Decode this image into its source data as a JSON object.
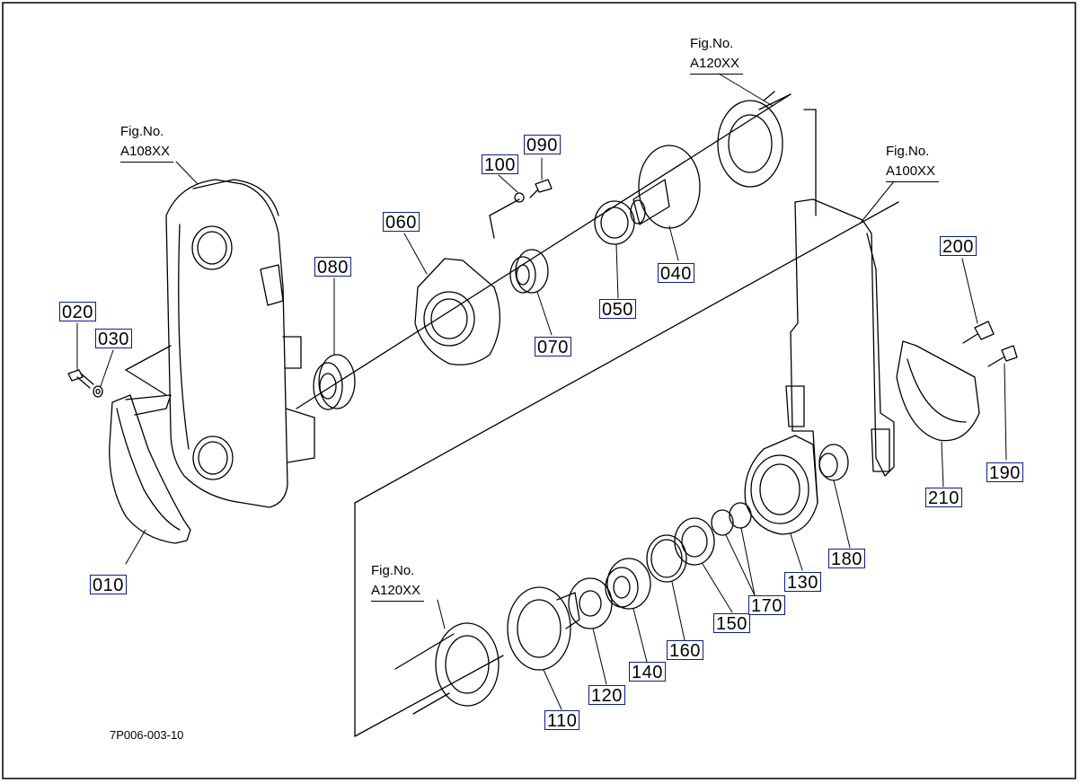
{
  "fig_refs": {
    "top": {
      "line1": "Fig.No.",
      "line2": "A120XX"
    },
    "left": {
      "line1": "Fig.No.",
      "line2": "A108XX"
    },
    "right": {
      "line1": "Fig.No.",
      "line2": "A100XX"
    },
    "bottom": {
      "line1": "Fig.No.",
      "line2": "A120XX"
    }
  },
  "part_labels": {
    "p010": "010",
    "p020": "020",
    "p030": "030",
    "p040": "040",
    "p050": "050",
    "p060": "060",
    "p070": "070",
    "p080": "080",
    "p090": "090",
    "p100": "100",
    "p110": "110",
    "p120": "120",
    "p130": "130",
    "p140": "140",
    "p150": "150",
    "p160": "160",
    "p170": "170",
    "p180": "180",
    "p190": "190",
    "p200": "200",
    "p210": "210"
  },
  "drawing_code": "7P006-003-10",
  "colors": {
    "label_border": "#0a1d8c",
    "line": "#000000",
    "background": "#ffffff"
  }
}
